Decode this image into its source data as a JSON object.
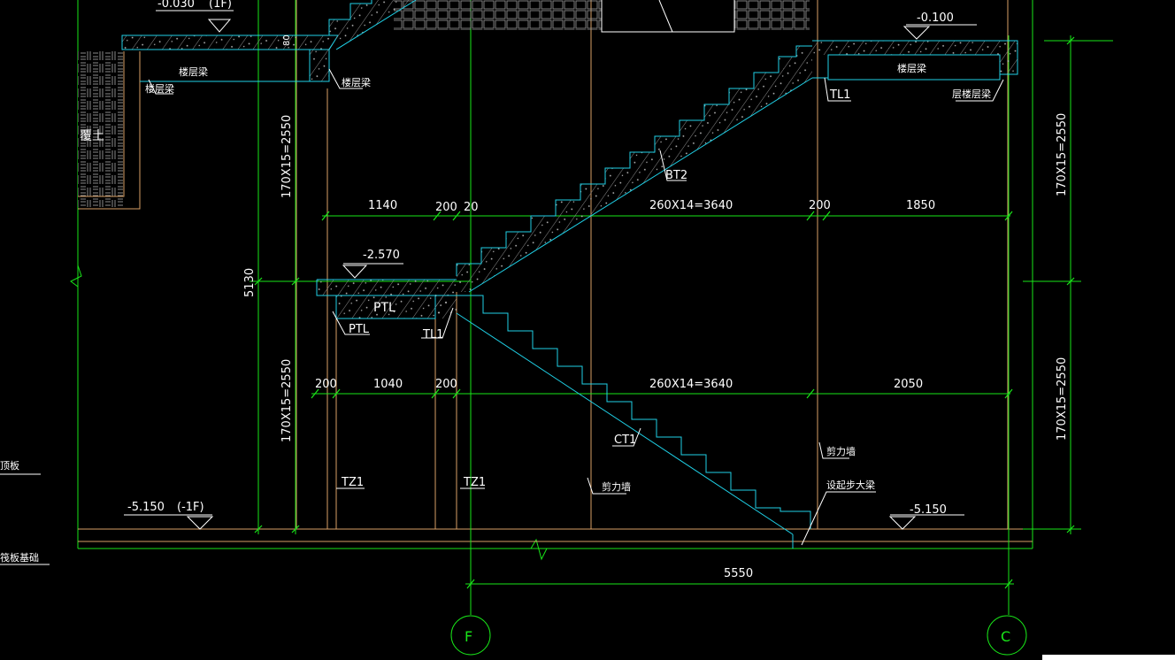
{
  "colors": {
    "background": "#000000",
    "dimension": "#19e619",
    "concrete": "#1fd0e6",
    "gridline": "#d9a066",
    "text": "#ffffff",
    "section": "#7a7a7a"
  },
  "elevations": {
    "top_left": "-0.030",
    "top_left_floor": "(1F)",
    "top_right": "-0.100",
    "landing": "-2.570",
    "bottom_left": "-5.150",
    "bottom_left_floor": "(-1F)",
    "bottom_right": "-5.150"
  },
  "labels": {
    "beam_top_mid": "楼层梁",
    "beam_top_left": "楼层梁",
    "beam_top_stair": "楼层梁",
    "beam_right": "楼层梁",
    "beam_right_note": "层楼层梁",
    "soil": "覆土",
    "tl1_top": "TL1",
    "bt2": "BT2",
    "ptl_box": "PTL",
    "ptl_tag": "PTL",
    "tl1_mid": "TL1",
    "ct1": "CT1",
    "tz1_left": "TZ1",
    "tz1_right": "TZ1",
    "shear_wall_mid": "剪力墙",
    "shear_wall_right": "剪力墙",
    "start_beam": "设起步大梁",
    "top_slab": "顶板",
    "raft_foundation": "筏板基础",
    "slab_thickness": "80"
  },
  "dimensions": {
    "upper_row": [
      "1140",
      "200",
      "20",
      "260X14=3640",
      "200",
      "1850"
    ],
    "lower_row": [
      "200",
      "1040",
      "200",
      "260X14=3640",
      "2050"
    ],
    "left_total": "5130",
    "left_upper": "170X15=2550",
    "left_lower": "170X15=2550",
    "right_upper": "170X15=2550",
    "right_lower": "170X15=2550",
    "bottom_span": "5550"
  },
  "axes": {
    "left": "F",
    "right": "C"
  }
}
